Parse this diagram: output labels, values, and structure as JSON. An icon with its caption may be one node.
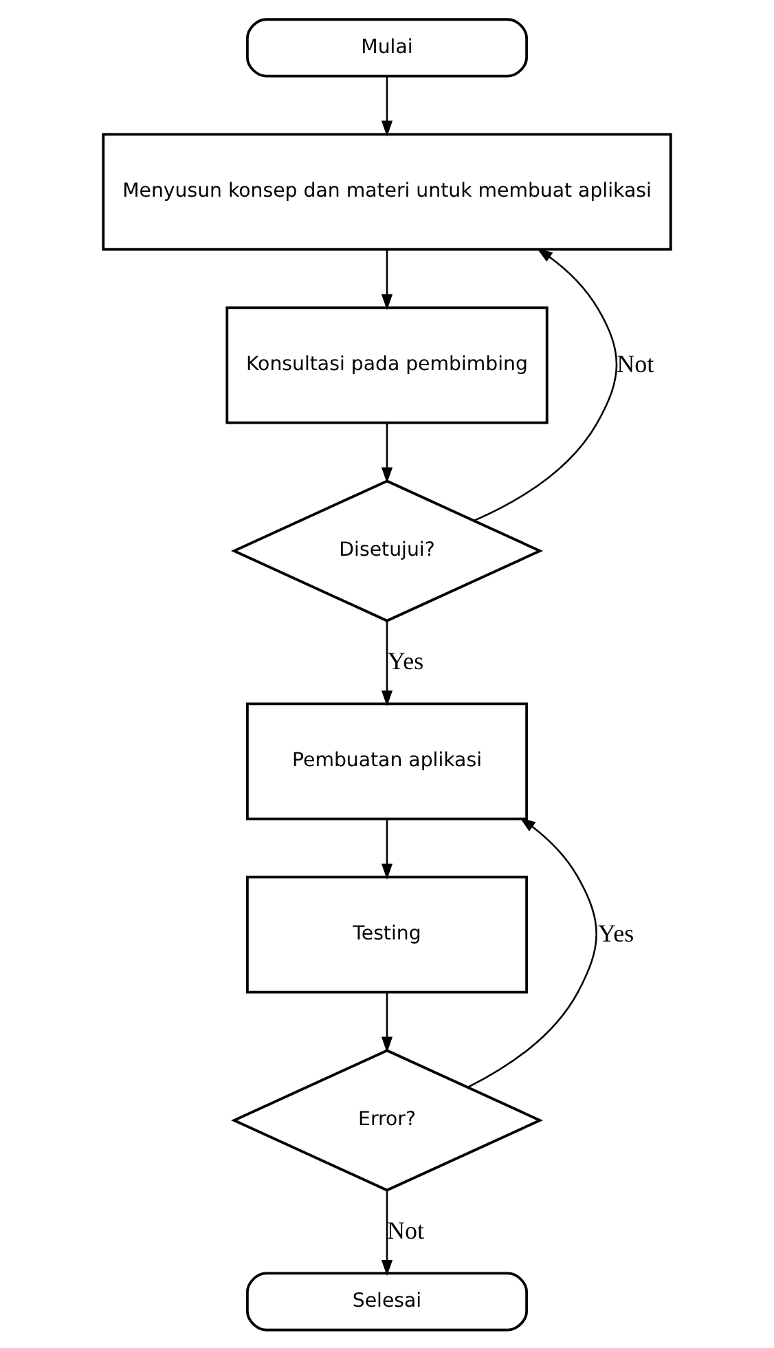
{
  "diagram": {
    "nodes": [
      {
        "text": [
          "Mulai"
        ]
      },
      {
        "text": [
          "Menyusun konsep dan materi untuk membuat aplikasi"
        ]
      },
      {
        "text": [
          "Konsultasi pada pembimbing"
        ]
      },
      {
        "text": [
          "Disetujui?"
        ]
      },
      {
        "text": [
          "Pembuatan aplikasi"
        ]
      },
      {
        "text": [
          "Testing"
        ]
      },
      {
        "text": [
          "Error?"
        ]
      },
      {
        "text": [
          "Selesai"
        ]
      }
    ],
    "edges": [
      {
        "from": 0,
        "to": 1,
        "arrow": "to"
      },
      {
        "from": 1,
        "to": 2,
        "arrow": "to"
      },
      {
        "from": 2,
        "to": 3,
        "arrow": "to"
      },
      {
        "from": 3,
        "to": 1,
        "arrow": "to",
        "label": "Not"
      },
      {
        "from": 3,
        "to": 4,
        "arrow": "to",
        "label": "Yes"
      },
      {
        "from": 4,
        "to": 5,
        "arrow": "to"
      },
      {
        "from": 5,
        "to": 6,
        "arrow": "to"
      },
      {
        "from": 6,
        "to": 4,
        "arrow": "to",
        "label": "Yes"
      },
      {
        "from": 6,
        "to": 7,
        "arrow": "to",
        "label": "Not"
      }
    ]
  }
}
